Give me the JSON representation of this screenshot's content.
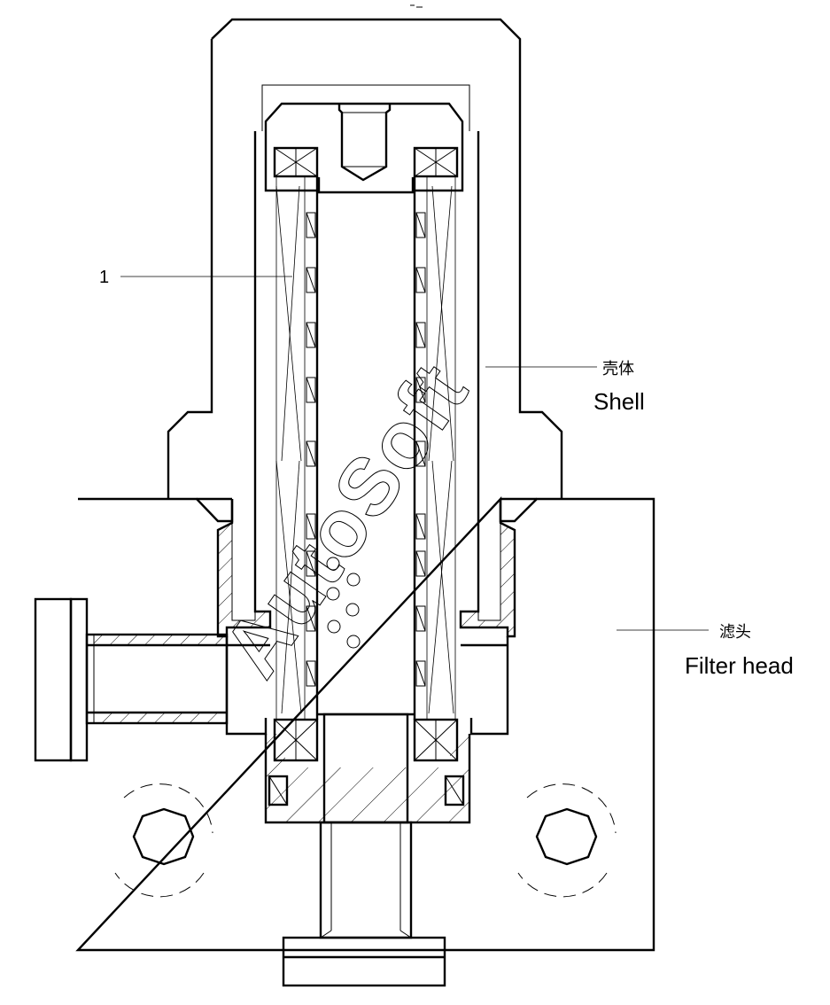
{
  "labels": {
    "part_number": "1",
    "shell_cn": "壳体",
    "shell_en": "Shell",
    "head_cn": "滤头",
    "head_en": "Filter head"
  },
  "watermark": {
    "text": "AutoSoft"
  }
}
